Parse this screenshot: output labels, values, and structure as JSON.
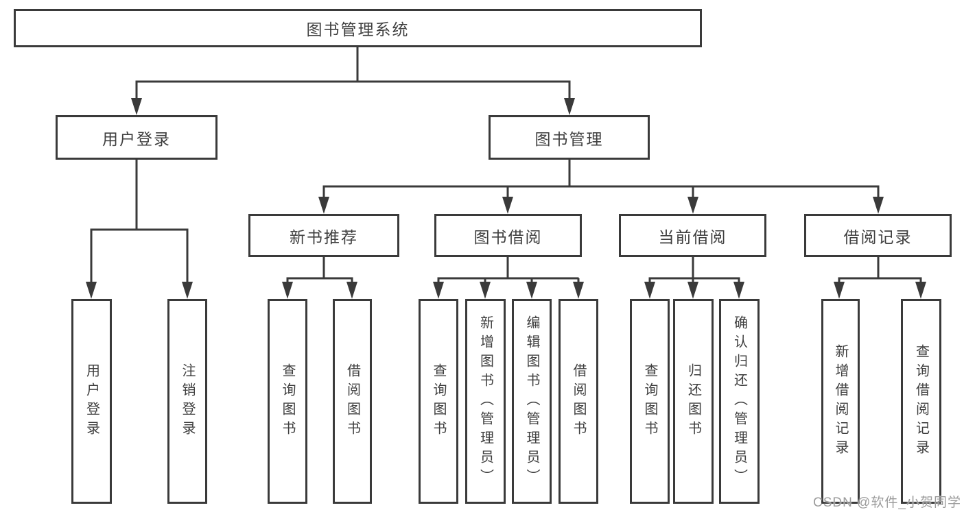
{
  "nodes": {
    "root": {
      "label": "图书管理系统"
    },
    "user_login": {
      "label": "用户登录"
    },
    "book_mgmt": {
      "label": "图书管理"
    },
    "new_book_rec": {
      "label": "新书推荐"
    },
    "book_borrow": {
      "label": "图书借阅"
    },
    "current_borrow": {
      "label": "当前借阅"
    },
    "borrow_record": {
      "label": "借阅记录"
    },
    "leaf_user_login": {
      "label": "用户登录"
    },
    "leaf_logout": {
      "label": "注销登录"
    },
    "rec_query_book": {
      "label": "查询图书"
    },
    "rec_borrow_book": {
      "label": "借阅图书"
    },
    "bb_query_book": {
      "label": "查询图书"
    },
    "bb_add_book": {
      "label": "新增图书（管理员）"
    },
    "bb_edit_book": {
      "label": "编辑图书（管理员）"
    },
    "bb_borrow_book": {
      "label": "借阅图书"
    },
    "cb_query_book": {
      "label": "查询图书"
    },
    "cb_return_book": {
      "label": "归还图书"
    },
    "cb_confirm_return": {
      "label": "确认归还（管理员）"
    },
    "br_add_record": {
      "label": "新增借阅记录"
    },
    "br_query_record": {
      "label": "查询借阅记录"
    }
  },
  "edges": [
    {
      "from": "root",
      "to": "user_login"
    },
    {
      "from": "root",
      "to": "book_mgmt"
    },
    {
      "from": "user_login",
      "to": "leaf_user_login"
    },
    {
      "from": "user_login",
      "to": "leaf_logout"
    },
    {
      "from": "book_mgmt",
      "to": "new_book_rec"
    },
    {
      "from": "book_mgmt",
      "to": "book_borrow"
    },
    {
      "from": "book_mgmt",
      "to": "current_borrow"
    },
    {
      "from": "book_mgmt",
      "to": "borrow_record"
    },
    {
      "from": "new_book_rec",
      "to": "rec_query_book"
    },
    {
      "from": "new_book_rec",
      "to": "rec_borrow_book"
    },
    {
      "from": "book_borrow",
      "to": "bb_query_book"
    },
    {
      "from": "book_borrow",
      "to": "bb_add_book"
    },
    {
      "from": "book_borrow",
      "to": "bb_edit_book"
    },
    {
      "from": "book_borrow",
      "to": "bb_borrow_book"
    },
    {
      "from": "current_borrow",
      "to": "cb_query_book"
    },
    {
      "from": "current_borrow",
      "to": "cb_return_book"
    },
    {
      "from": "current_borrow",
      "to": "cb_confirm_return"
    },
    {
      "from": "borrow_record",
      "to": "br_add_record"
    },
    {
      "from": "borrow_record",
      "to": "br_query_record"
    }
  ],
  "watermark": {
    "text": "CSDN @软件_小贺同学"
  },
  "colors": {
    "line": "#3a3a3a",
    "text": "#3f3f3f",
    "background": "#ffffff",
    "watermark": "#9c9c9c"
  }
}
